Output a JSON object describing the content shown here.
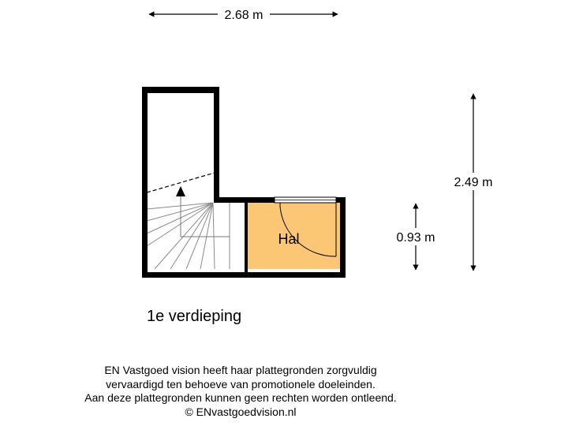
{
  "floor": {
    "label": "1e verdieping"
  },
  "dimensions": {
    "width_top": "2.68 m",
    "height_total": "2.49 m",
    "height_hal": "0.93 m"
  },
  "rooms": [
    {
      "name": "Hal",
      "color": "#FCC775"
    }
  ],
  "disclaimer": {
    "lines": [
      "EN Vastgoed vision heeft haar plattegronden zorgvuldig",
      "vervaardigd ten behoeve van promotionele doeleinden.",
      "Aan deze plattegronden kunnen geen rechten worden ontleend.",
      "© ENvastgoedvision.nl"
    ]
  },
  "colors": {
    "wall": "#000000",
    "room_fill": "#FCC775",
    "stair_line": "#888888"
  }
}
